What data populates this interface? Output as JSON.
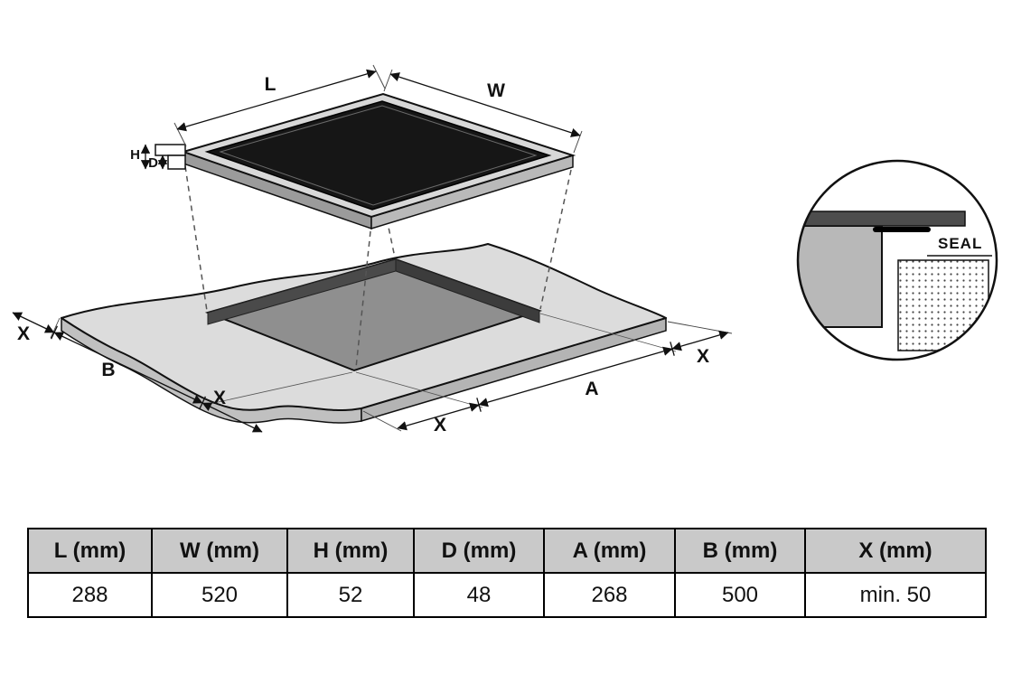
{
  "diagram": {
    "dim_labels": {
      "L": "L",
      "W": "W",
      "H": "H",
      "D": "D",
      "A": "A",
      "B": "B",
      "X_left": "X",
      "X_bottom_left": "X",
      "X_bottom_center": "X",
      "X_right": "X"
    },
    "detail": {
      "seal_label": "SEAL"
    }
  },
  "table": {
    "header_bg": "#c9c9c9",
    "headers": [
      "L (mm)",
      "W (mm)",
      "H (mm)",
      "D (mm)",
      "A (mm)",
      "B (mm)",
      "X (mm)"
    ],
    "values": [
      "288",
      "520",
      "52",
      "48",
      "268",
      "500",
      "min. 50"
    ]
  }
}
